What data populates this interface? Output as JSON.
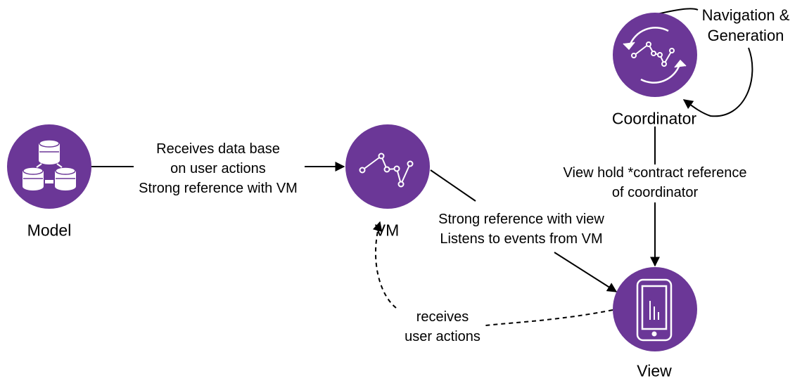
{
  "colors": {
    "node_fill": "#6B3797",
    "icon": "#ffffff",
    "line": "#000000",
    "background": "#ffffff"
  },
  "nodes": {
    "model": {
      "label": "Model",
      "icon": "database-icon"
    },
    "vm": {
      "label": "VM",
      "icon": "line-chart-icon"
    },
    "coordinator": {
      "label": "Coordinator",
      "icon": "cycle-chart-icon"
    },
    "view": {
      "label": "View",
      "icon": "phone-icon"
    }
  },
  "edges": {
    "model_to_vm": {
      "lines": [
        "Receives data base",
        "on user actions",
        "Strong reference with VM"
      ]
    },
    "vm_to_view": {
      "lines": [
        "Strong reference with view",
        "Listens to events from VM"
      ]
    },
    "coordinator_to_view": {
      "lines": [
        "View hold *contract reference",
        "of coordinator"
      ]
    },
    "view_to_vm": {
      "lines": [
        "receives",
        "user actions"
      ],
      "style": "dashed"
    },
    "coordinator_self": {
      "lines": [
        "Navigation &",
        "Generation"
      ]
    }
  }
}
